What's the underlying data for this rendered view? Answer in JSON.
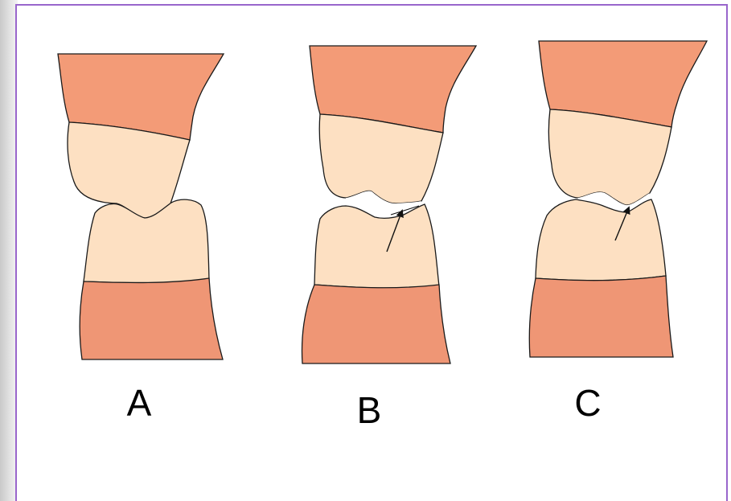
{
  "panels": [
    {
      "label": "A",
      "has_gap": false,
      "has_arrow": false
    },
    {
      "label": "B",
      "has_gap": true,
      "has_arrow": true
    },
    {
      "label": "C",
      "has_gap": true,
      "has_arrow": true
    }
  ],
  "colors": {
    "frame_border": "#9966cc",
    "gum": "#f39b77",
    "lower_gum": "#ef9675",
    "tooth": "#fde0c2",
    "outline": "#1a1a1a"
  }
}
